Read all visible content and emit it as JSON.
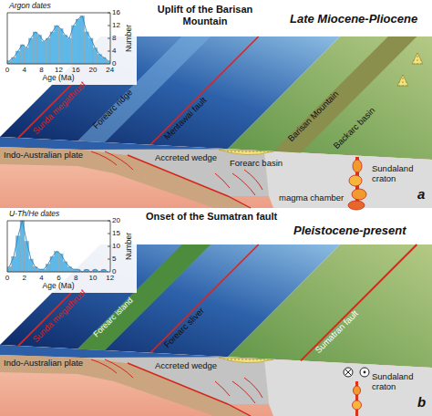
{
  "diagram": {
    "labels": [
      "Argon dates",
      "16",
      "12",
      "8",
      "4",
      "0",
      "Number",
      "0",
      "4",
      "8",
      "12",
      "16",
      "20",
      "24",
      "Age (Ma)",
      "Uplift of the Barisan Mountain",
      "Late Miocene-Pliocene",
      "Forearc ridge",
      "Mentawai fault",
      "Sunda megathrust",
      "Barisan Mountain",
      "Backarc basin",
      "Forearc basin",
      "Sundaland craton",
      "Accreted wedge",
      "magma chamber",
      "Indo-Australian plate",
      "a",
      "U-Th/He dates",
      "20",
      "15",
      "10",
      "5",
      "0",
      "Number",
      "0",
      "2",
      "4",
      "6",
      "8",
      "10",
      "12",
      "Age (Ma)",
      "Onset of the Sumatran fault",
      "Pleistocene-present",
      "Sunda megathrust",
      "Forearc island",
      "Forearc sliver",
      "Sumatran fault",
      "Sundaland craton",
      "Accreted wedge",
      "Indo-Australian plate",
      "b"
    ]
  }
}
